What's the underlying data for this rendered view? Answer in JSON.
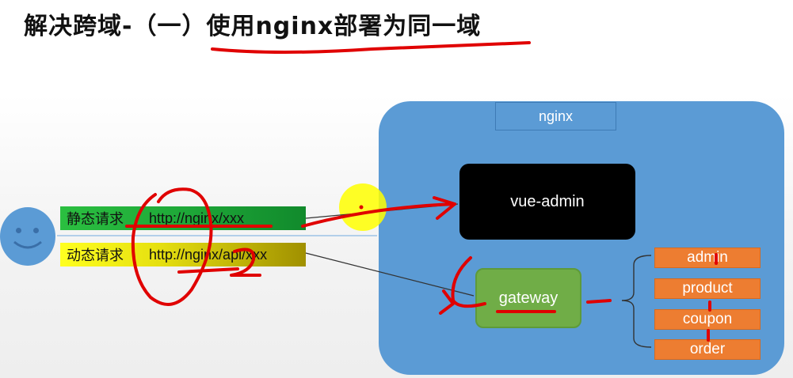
{
  "title": "解决跨域-（一）使用nginx部署为同一域",
  "nginx": {
    "label": "nginx"
  },
  "vue_admin": {
    "label": "vue-admin"
  },
  "gateway": {
    "label": "gateway"
  },
  "services": [
    {
      "label": "admin"
    },
    {
      "label": "product"
    },
    {
      "label": "coupon"
    },
    {
      "label": "order"
    }
  ],
  "requests": {
    "static": {
      "kind": "静态请求",
      "url": "http://nginx/xxx"
    },
    "dynamic": {
      "kind": "动态请求",
      "url": "http://nginx/api/xxx"
    }
  },
  "colors": {
    "nginx_bg": "#5b9bd5",
    "vue_bg": "#000000",
    "gateway_bg": "#70ad47",
    "service_bg": "#ed7d31",
    "static_bg": "#1ea838",
    "dynamic_bg": "#e6e010",
    "annotation": "#e00000"
  }
}
